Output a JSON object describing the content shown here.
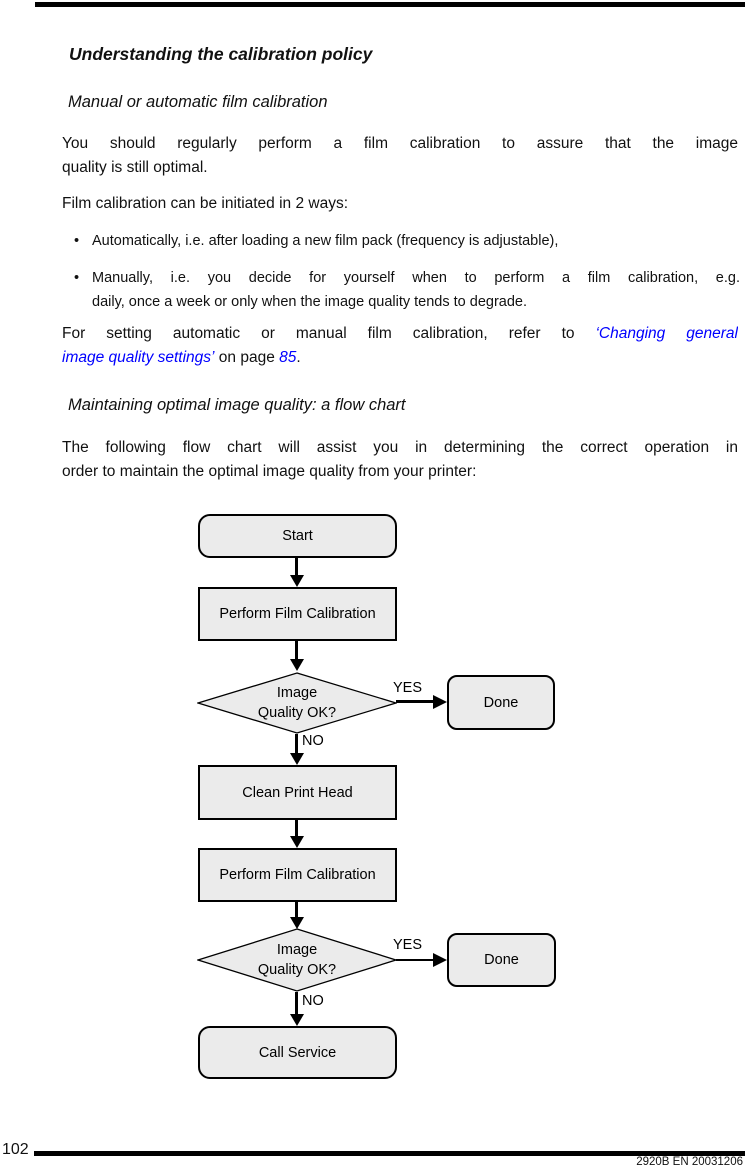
{
  "page": {
    "number": "102",
    "doc_code": "2920B EN 20031206"
  },
  "article": {
    "title": "Understanding the calibration policy",
    "section1": {
      "heading": "Manual or automatic film calibration",
      "para1": {
        "line1": "You should regularly perform a film calibration to assure that the image",
        "line2": "quality is still optimal."
      },
      "para2": "Film calibration can be initiated in 2 ways:",
      "bullet1": {
        "marker": "•",
        "line1": "Automatically, i.e. after loading a new film pack (frequency is adjustable),"
      },
      "bullet2": {
        "marker": "•",
        "line1": "Manually, i.e. you decide for yourself when to perform a film calibration, e.g.",
        "line2": "daily, once a week or only when the image quality tends to degrade."
      },
      "para3": {
        "line1_text": "For setting automatic or manual film calibration, refer to ",
        "line1_link": "‘Changing general",
        "line2_link": "image quality settings’",
        "line2_text": " on page ",
        "line2_page": "85",
        "line2_end": "."
      }
    },
    "section2": {
      "heading": "Maintaining optimal image quality: a flow chart",
      "para1": {
        "line1": "The following flow chart will assist you in determining the correct operation in",
        "line2": "order to maintain the optimal image quality from your printer:"
      }
    }
  },
  "flowchart": {
    "start": "Start",
    "perform_calibration_1": "Perform Film Calibration",
    "decision_1": {
      "line1": "Image",
      "line2": "Quality OK?"
    },
    "yes_1": "YES",
    "no_1": "NO",
    "done_1": "Done",
    "clean_print_head": "Clean Print Head",
    "perform_calibration_2": "Perform Film Calibration",
    "decision_2": {
      "line1": "Image",
      "line2": "Quality OK?"
    },
    "yes_2": "YES",
    "no_2": "NO",
    "done_2": "Done",
    "call_service": "Call Service"
  },
  "colors": {
    "link_blue": "#0000ff",
    "flow_box_fill": "#ebebeb",
    "rule_black": "#000000"
  }
}
